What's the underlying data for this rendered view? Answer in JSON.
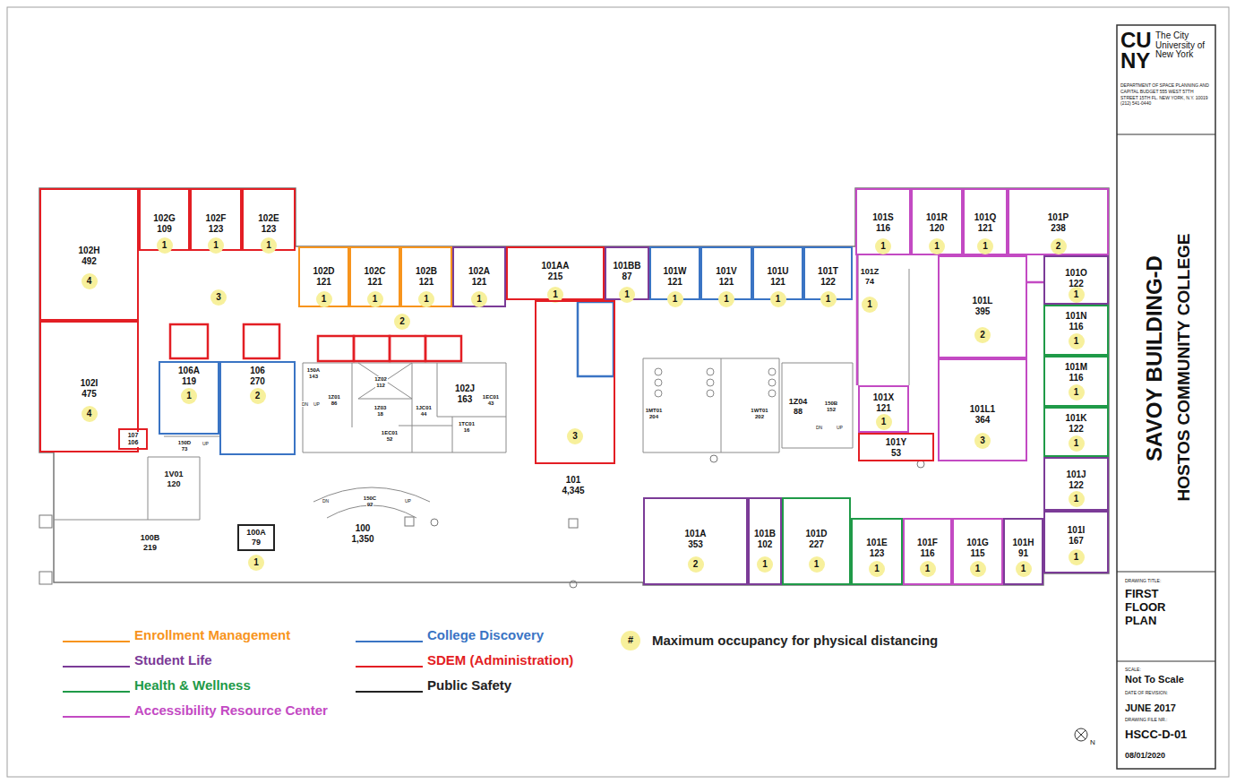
{
  "diagram": {
    "nodes": [
      {
        "text": [
          "102H",
          "492",
          "4"
        ]
      },
      {
        "text": [
          "102I",
          "475",
          "4"
        ]
      },
      {
        "text": [
          "102G",
          "109",
          "1"
        ]
      },
      {
        "text": [
          "102F",
          "123",
          "1"
        ]
      },
      {
        "text": [
          "102E",
          "123",
          "1"
        ]
      },
      {
        "text": [
          "3"
        ]
      },
      {
        "text": [
          "102D",
          "121",
          "1"
        ]
      },
      {
        "text": [
          "102C",
          "121",
          "1"
        ]
      },
      {
        "text": [
          "102B",
          "121",
          "1"
        ]
      },
      {
        "text": [
          "102A",
          "121",
          "1"
        ]
      },
      {
        "text": [
          "101AA",
          "215",
          "1"
        ]
      },
      {
        "text": [
          "101BB",
          "87",
          "1"
        ]
      },
      {
        "text": [
          "101W",
          "121",
          "1"
        ]
      },
      {
        "text": [
          "101V",
          "121",
          "1"
        ]
      },
      {
        "text": [
          "101U",
          "121",
          "1"
        ]
      },
      {
        "text": [
          "101T",
          "122",
          "1"
        ]
      },
      {
        "text": [
          "2"
        ]
      },
      {
        "text": [
          "101S",
          "116",
          "1"
        ]
      },
      {
        "text": [
          "101R",
          "120",
          "1"
        ]
      },
      {
        "text": [
          "101Q",
          "121",
          "1"
        ]
      },
      {
        "text": [
          "101P",
          "238",
          "2"
        ]
      },
      {
        "text": [
          "101Z",
          "74",
          "1"
        ]
      },
      {
        "text": [
          "101L",
          "395",
          "2"
        ]
      },
      {
        "text": [
          "101L1",
          "364",
          "3"
        ]
      },
      {
        "text": [
          "101O",
          "122",
          "1"
        ]
      },
      {
        "text": [
          "101N",
          "116",
          "1"
        ]
      },
      {
        "text": [
          "101M",
          "116",
          "1"
        ]
      },
      {
        "text": [
          "101K",
          "122",
          "1"
        ]
      },
      {
        "text": [
          "101J",
          "122",
          "1"
        ]
      },
      {
        "text": [
          "101I",
          "167",
          "1"
        ]
      },
      {
        "text": [
          "101X",
          "121",
          "1"
        ]
      },
      {
        "text": [
          "101Y",
          "53"
        ]
      },
      {
        "text": [
          "101A",
          "353",
          "2"
        ]
      },
      {
        "text": [
          "101B",
          "102",
          "1"
        ]
      },
      {
        "text": [
          "101D",
          "227",
          "1"
        ]
      },
      {
        "text": [
          "101E",
          "123",
          "1"
        ]
      },
      {
        "text": [
          "101F",
          "116",
          "1"
        ]
      },
      {
        "text": [
          "101G",
          "115",
          "1"
        ]
      },
      {
        "text": [
          "101H",
          "91",
          "1"
        ]
      },
      {
        "text": [
          "3"
        ]
      },
      {
        "text": [
          "106A",
          "119",
          "1"
        ]
      },
      {
        "text": [
          "106",
          "270",
          "2"
        ]
      },
      {
        "text": [
          "107",
          "106"
        ]
      },
      {
        "text": [
          "150D",
          "73"
        ]
      },
      {
        "text": [
          "150A",
          "143"
        ]
      },
      {
        "text": [
          "1Z01",
          "86"
        ]
      },
      {
        "text": [
          "1Z02",
          "112"
        ]
      },
      {
        "text": [
          "1Z03",
          "18"
        ]
      },
      {
        "text": [
          "1EC01",
          "52"
        ]
      },
      {
        "text": [
          "1JC01",
          "44"
        ]
      },
      {
        "text": [
          "1TC01",
          "16"
        ]
      },
      {
        "text": [
          "1EC01",
          "43"
        ]
      },
      {
        "text": [
          "102J",
          "163"
        ]
      },
      {
        "text": [
          "1V01",
          "120"
        ]
      },
      {
        "text": [
          "100B",
          "219"
        ]
      },
      {
        "text": [
          "100A",
          "79",
          "1"
        ]
      },
      {
        "text": [
          "150C",
          "92"
        ]
      },
      {
        "text": [
          "100",
          "1,350"
        ]
      },
      {
        "text": [
          "101",
          "4,345"
        ]
      },
      {
        "text": [
          "1MT01",
          "204"
        ]
      },
      {
        "text": [
          "1WT01",
          "202"
        ]
      },
      {
        "text": [
          "1Z04",
          "88"
        ]
      },
      {
        "text": [
          "150B",
          "152"
        ]
      }
    ],
    "labels": [
      "CU",
      "NY",
      "The City University of New York",
      "DEPARTMENT OF SPACE PLANNING AND CAPITAL BUDGET 555 WEST 57TH STREET 15TH FL. NEW YORK, N.Y. 10019 (212) 541-0440",
      "SAVOY BUILDING-D",
      "HOSTOS COMMUNITY COLLEGE",
      "DRAWING TITLE:",
      "FIRST FLOOR PLAN",
      "SCALE:",
      "Not To Scale",
      "DATE OF REVISION:",
      "JUNE 2017",
      "DRAWING FILE NR.:",
      "HSCC-D-01",
      "08/01/2020",
      "#",
      "N",
      "DN",
      "UP",
      "UP",
      "DN",
      "UP",
      "DN",
      "UP"
    ],
    "legend": [
      {
        "text": "Enrollment Management",
        "color": "#f7941d"
      },
      {
        "text": "Student Life",
        "color": "#7b3b97"
      },
      {
        "text": "Health & Wellness",
        "color": "#1f9a48"
      },
      {
        "text": "Accessibility Resource Center",
        "color": "#c34ac3"
      },
      {
        "text": "College Discovery",
        "color": "#3a74c4"
      },
      {
        "text": "SDEM (Administration)",
        "color": "#e31e24"
      },
      {
        "text": "Public Safety",
        "color": "#222222"
      },
      {
        "text": "Maximum occupancy for physical distancing"
      }
    ]
  }
}
